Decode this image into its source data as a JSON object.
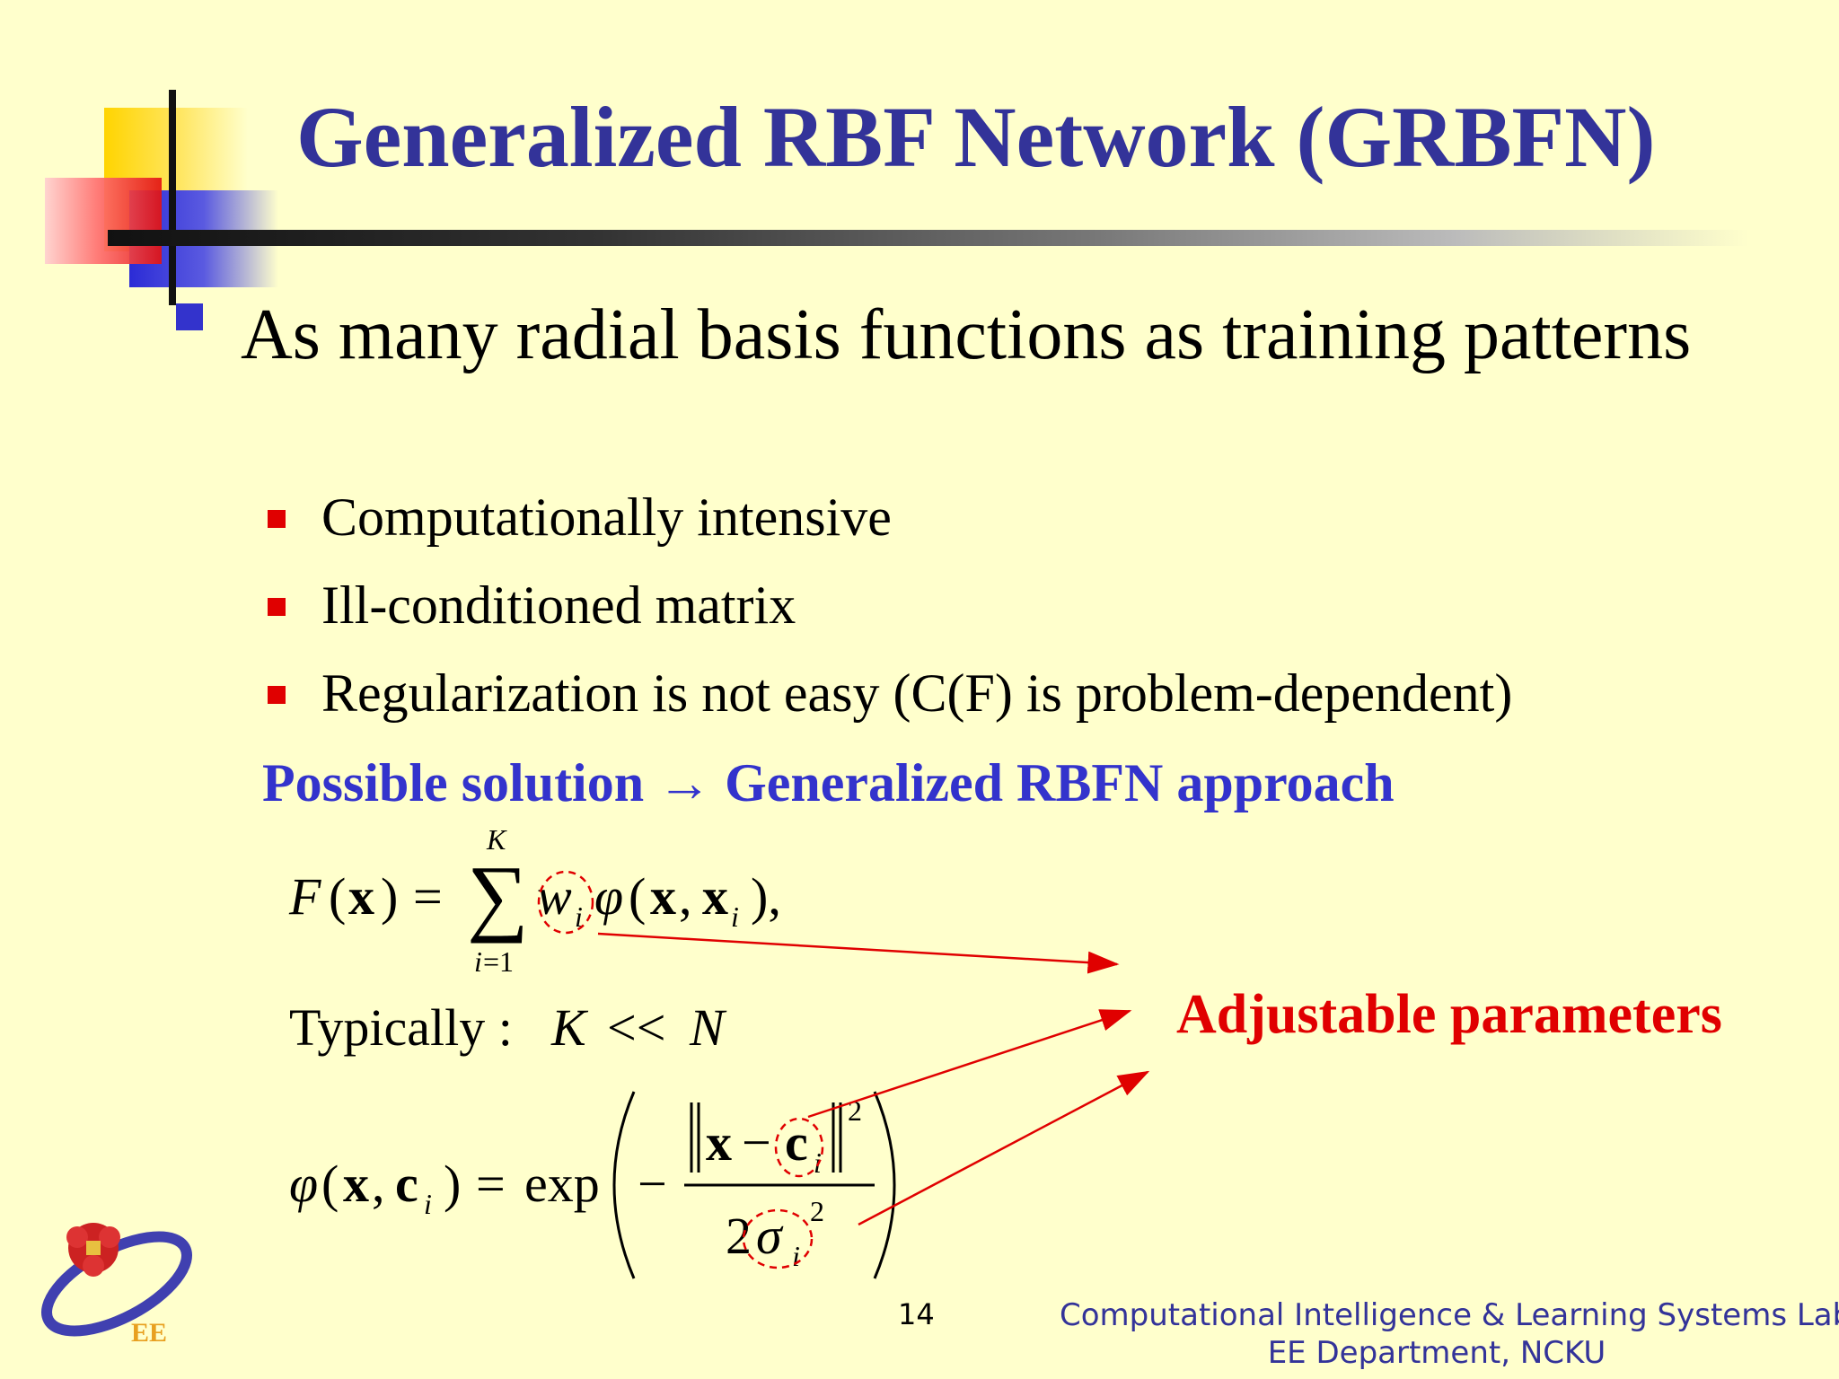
{
  "title": "Generalized RBF Network (GRBFN)",
  "bullets": [
    {
      "text": "As many radial basis functions as training patterns",
      "sub": [
        "Computationally intensive",
        "Ill-conditioned matrix",
        "Regularization is not easy (C(F) is problem-dependent)"
      ]
    }
  ],
  "solution": "Possible solution → Generalized RBFN approach",
  "equations": {
    "eq1": "F(x) = Σ_{i=1}^{K} w_i φ(x, x_i),",
    "eq2": "Typically : K << N",
    "eq3": "φ(x, c_i) = exp( − ‖x − c_i‖² / 2σ_i² )"
  },
  "annotation": "Adjustable parameters",
  "footer": {
    "page": "14",
    "lab_line1": "Computational Intelligence & Learning Systems Lab",
    "lab_line2": "EE Department, NCKU",
    "logo_text": "EE"
  },
  "colors": {
    "background": "#FFFFCC",
    "title": "#333399",
    "accent_blue": "#3333CC",
    "accent_red": "#E00000"
  }
}
